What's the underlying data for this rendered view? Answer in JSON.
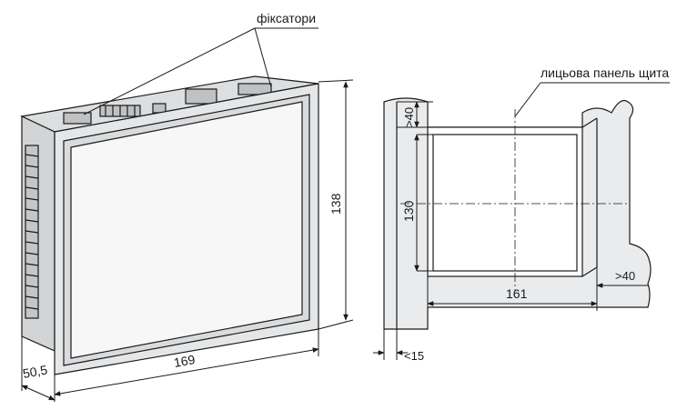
{
  "labels": {
    "fixators": "фіксатори",
    "panel_face": "лицьова панель щита"
  },
  "dimensions": {
    "width_169": "169",
    "height_138": "138",
    "depth_50_5": "50,5",
    "cutout_height_130": "130",
    "cutout_width_161": "161",
    "min_top_40": ">40",
    "min_right_40": ">40",
    "max_thickness_15": "<15"
  },
  "colors": {
    "line": "#1a1a1a",
    "panel_fill": "#e9ebed",
    "device_body": "#d7d9db",
    "screen": "#f7f7f7"
  }
}
